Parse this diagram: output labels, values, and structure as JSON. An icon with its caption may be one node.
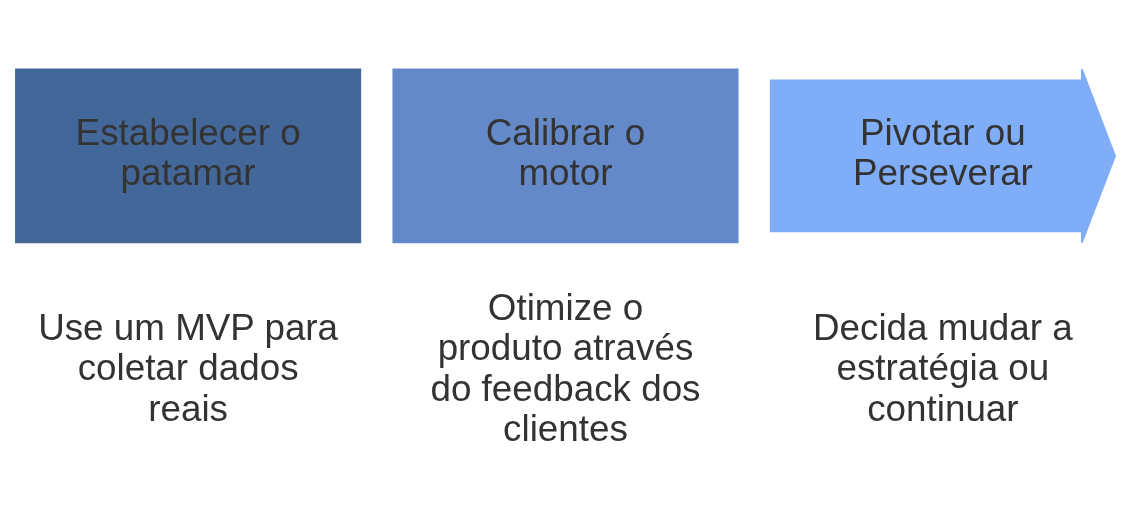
{
  "diagram": {
    "nodes": [
      {
        "text": [
          "Estabelecer o patamar"
        ],
        "beside": [
          "Use um MVP para coletar dados reais"
        ]
      },
      {
        "text": [
          "Calibrar o motor"
        ],
        "beside": [
          "Otimize o produto através do feedback dos clientes"
        ]
      },
      {
        "text": [
          "Pivotar ou Perseverar"
        ],
        "beside": [
          "Decida mudar a estratégia ou continuar"
        ]
      }
    ]
  }
}
